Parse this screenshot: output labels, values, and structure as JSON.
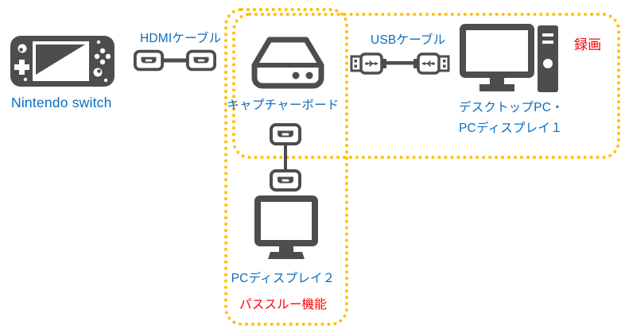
{
  "colors": {
    "label_blue": "#0B6DBF",
    "annotation_red": "#FF0000",
    "region_border": "#FFC000",
    "icon_gray": "#4D4D4D",
    "background": "#FFFFFF"
  },
  "nodes": {
    "nintendo_switch": {
      "label": "Nintendo switch",
      "icon": "nintendo-switch-icon"
    },
    "hdmi_cable": {
      "label": "HDMIケーブル",
      "icon": "hdmi-cable-icon"
    },
    "capture_board": {
      "label": "キャプチャーボード",
      "icon": "capture-board-icon"
    },
    "usb_cable": {
      "label": "USBケーブル",
      "icon": "usb-cable-icon"
    },
    "desktop_pc": {
      "label_line1": "デスクトップPC・",
      "label_line2": "PCディスプレイ１",
      "icon": "desktop-pc-icon"
    },
    "pc_display_2": {
      "label": "PCディスプレイ２",
      "icon": "monitor-icon"
    },
    "passthrough_cable": {
      "icon": "hdmi-cable-vertical-icon"
    }
  },
  "regions": {
    "recording": {
      "label": "録画"
    },
    "passthrough": {
      "label": "パススルー機能"
    }
  }
}
